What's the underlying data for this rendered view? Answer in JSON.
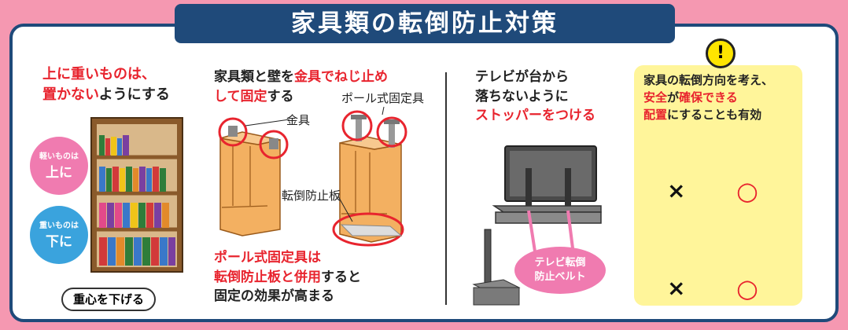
{
  "title": "家具類の転倒防止対策",
  "section1": {
    "heading_line1": "上に重いものは、",
    "heading_line2_red": "置かない",
    "heading_line2_rest": "ようにする",
    "light_top": "軽いものは",
    "light_bottom": "上に",
    "heavy_top": "重いものは",
    "heavy_bottom": "下に",
    "badge": "重心を下げる"
  },
  "section2": {
    "line1_a": "家具類と壁を",
    "line1_red": "金具でねじ止め",
    "line2_red": "して固定",
    "line2_rest": "する",
    "label_kanagu": "金具",
    "label_pole": "ポール式固定具",
    "label_board": "転倒防止板",
    "bottom_line1_red": "ポール式固定具は",
    "bottom_line2_red": "転倒防止板と併用",
    "bottom_line2_rest": "すると",
    "bottom_line3_a": "固定",
    "bottom_line3_rest": "の効果が高まる"
  },
  "section3": {
    "line1": "テレビが台から",
    "line2": "落ちないように",
    "line3_red": "ストッパーをつける",
    "belt_label_1": "テレビ転倒",
    "belt_label_2": "防止ベルト"
  },
  "section4": {
    "warn_symbol": "!",
    "line1": "家具の転倒方向を考え、",
    "line2_red1": "安全",
    "line2_mid": "が",
    "line2_red2": "確保できる",
    "line3_red": "配置",
    "line3_rest": "にすることも有効",
    "mark_ng": "×",
    "mark_ok": "○"
  },
  "colors": {
    "background": "#f598b1",
    "navy": "#1f4a7a",
    "red": "#e8242e",
    "yellow_box": "#fff59a",
    "pink_circle": "#f07bb0",
    "blue_circle": "#3aa3dd",
    "wood": "#f3b061"
  }
}
